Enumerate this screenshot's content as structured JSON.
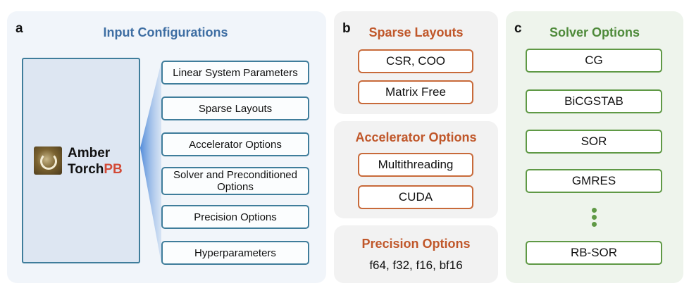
{
  "panel_a": {
    "label": "a",
    "title": "Input Configurations",
    "brand_line1": "Amber",
    "brand_line2_prefix": "Torch",
    "brand_line2_suffix": "PB",
    "options": [
      "Linear System Parameters",
      "Sparse Layouts",
      "Accelerator Options",
      "Solver and Preconditioned Options",
      "Precision Options",
      "Hyperparameters"
    ]
  },
  "panel_b": {
    "label": "b",
    "sparse_title": "Sparse Layouts",
    "sparse_items": [
      "CSR, COO",
      "Matrix Free"
    ],
    "accel_title": "Accelerator Options",
    "accel_items": [
      "Multithreading",
      "CUDA"
    ],
    "precision_title": "Precision Options",
    "precision_values": "f64, f32, f16, bf16"
  },
  "panel_c": {
    "label": "c",
    "title": "Solver Options",
    "items": [
      "CG",
      "BiCGSTAB",
      "SOR",
      "GMRES",
      "RB-SOR"
    ]
  },
  "colors": {
    "blue_title": "#3e6ea3",
    "orange_title": "#c0572a",
    "green_title": "#4e8a3a",
    "brand_accent": "#d24a37"
  }
}
